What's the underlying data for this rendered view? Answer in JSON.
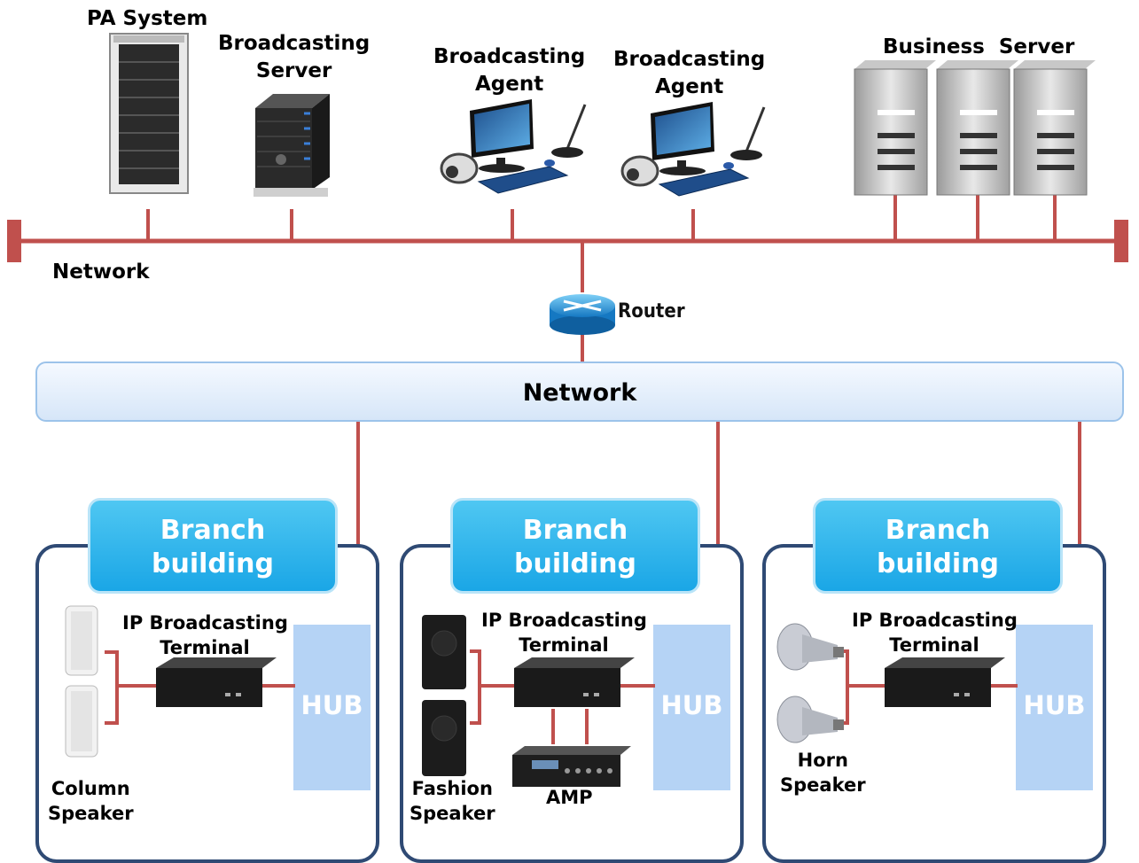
{
  "top": {
    "pa_system": "PA System",
    "broadcasting_server": [
      "Broadcasting",
      "Server"
    ],
    "agent_1": [
      "Broadcasting",
      "Agent"
    ],
    "agent_2": [
      "Broadcasting",
      "Agent"
    ],
    "business_server": "Business  Server",
    "network_label": "Network",
    "router_label": "Router"
  },
  "network_band": {
    "label": "Network"
  },
  "branches": [
    {
      "title": [
        "Branch",
        "building"
      ],
      "terminal": [
        "IP Broadcasting",
        "Terminal"
      ],
      "hub": "HUB",
      "speaker": [
        "Column",
        "Speaker"
      ]
    },
    {
      "title": [
        "Branch",
        "building"
      ],
      "terminal": [
        "IP Broadcasting",
        "Terminal"
      ],
      "hub": "HUB",
      "speaker": [
        "Fashion",
        "Speaker"
      ],
      "amp": "AMP"
    },
    {
      "title": [
        "Branch",
        "building"
      ],
      "terminal": [
        "IP Broadcasting",
        "Terminal"
      ],
      "hub": "HUB",
      "speaker": [
        "Horn",
        "Speaker"
      ]
    }
  ],
  "colors": {
    "line": "#c0504d",
    "branch_border": "#2f4a74",
    "branch_title": "#1aa6e6",
    "hub": "#b5d3f5"
  }
}
